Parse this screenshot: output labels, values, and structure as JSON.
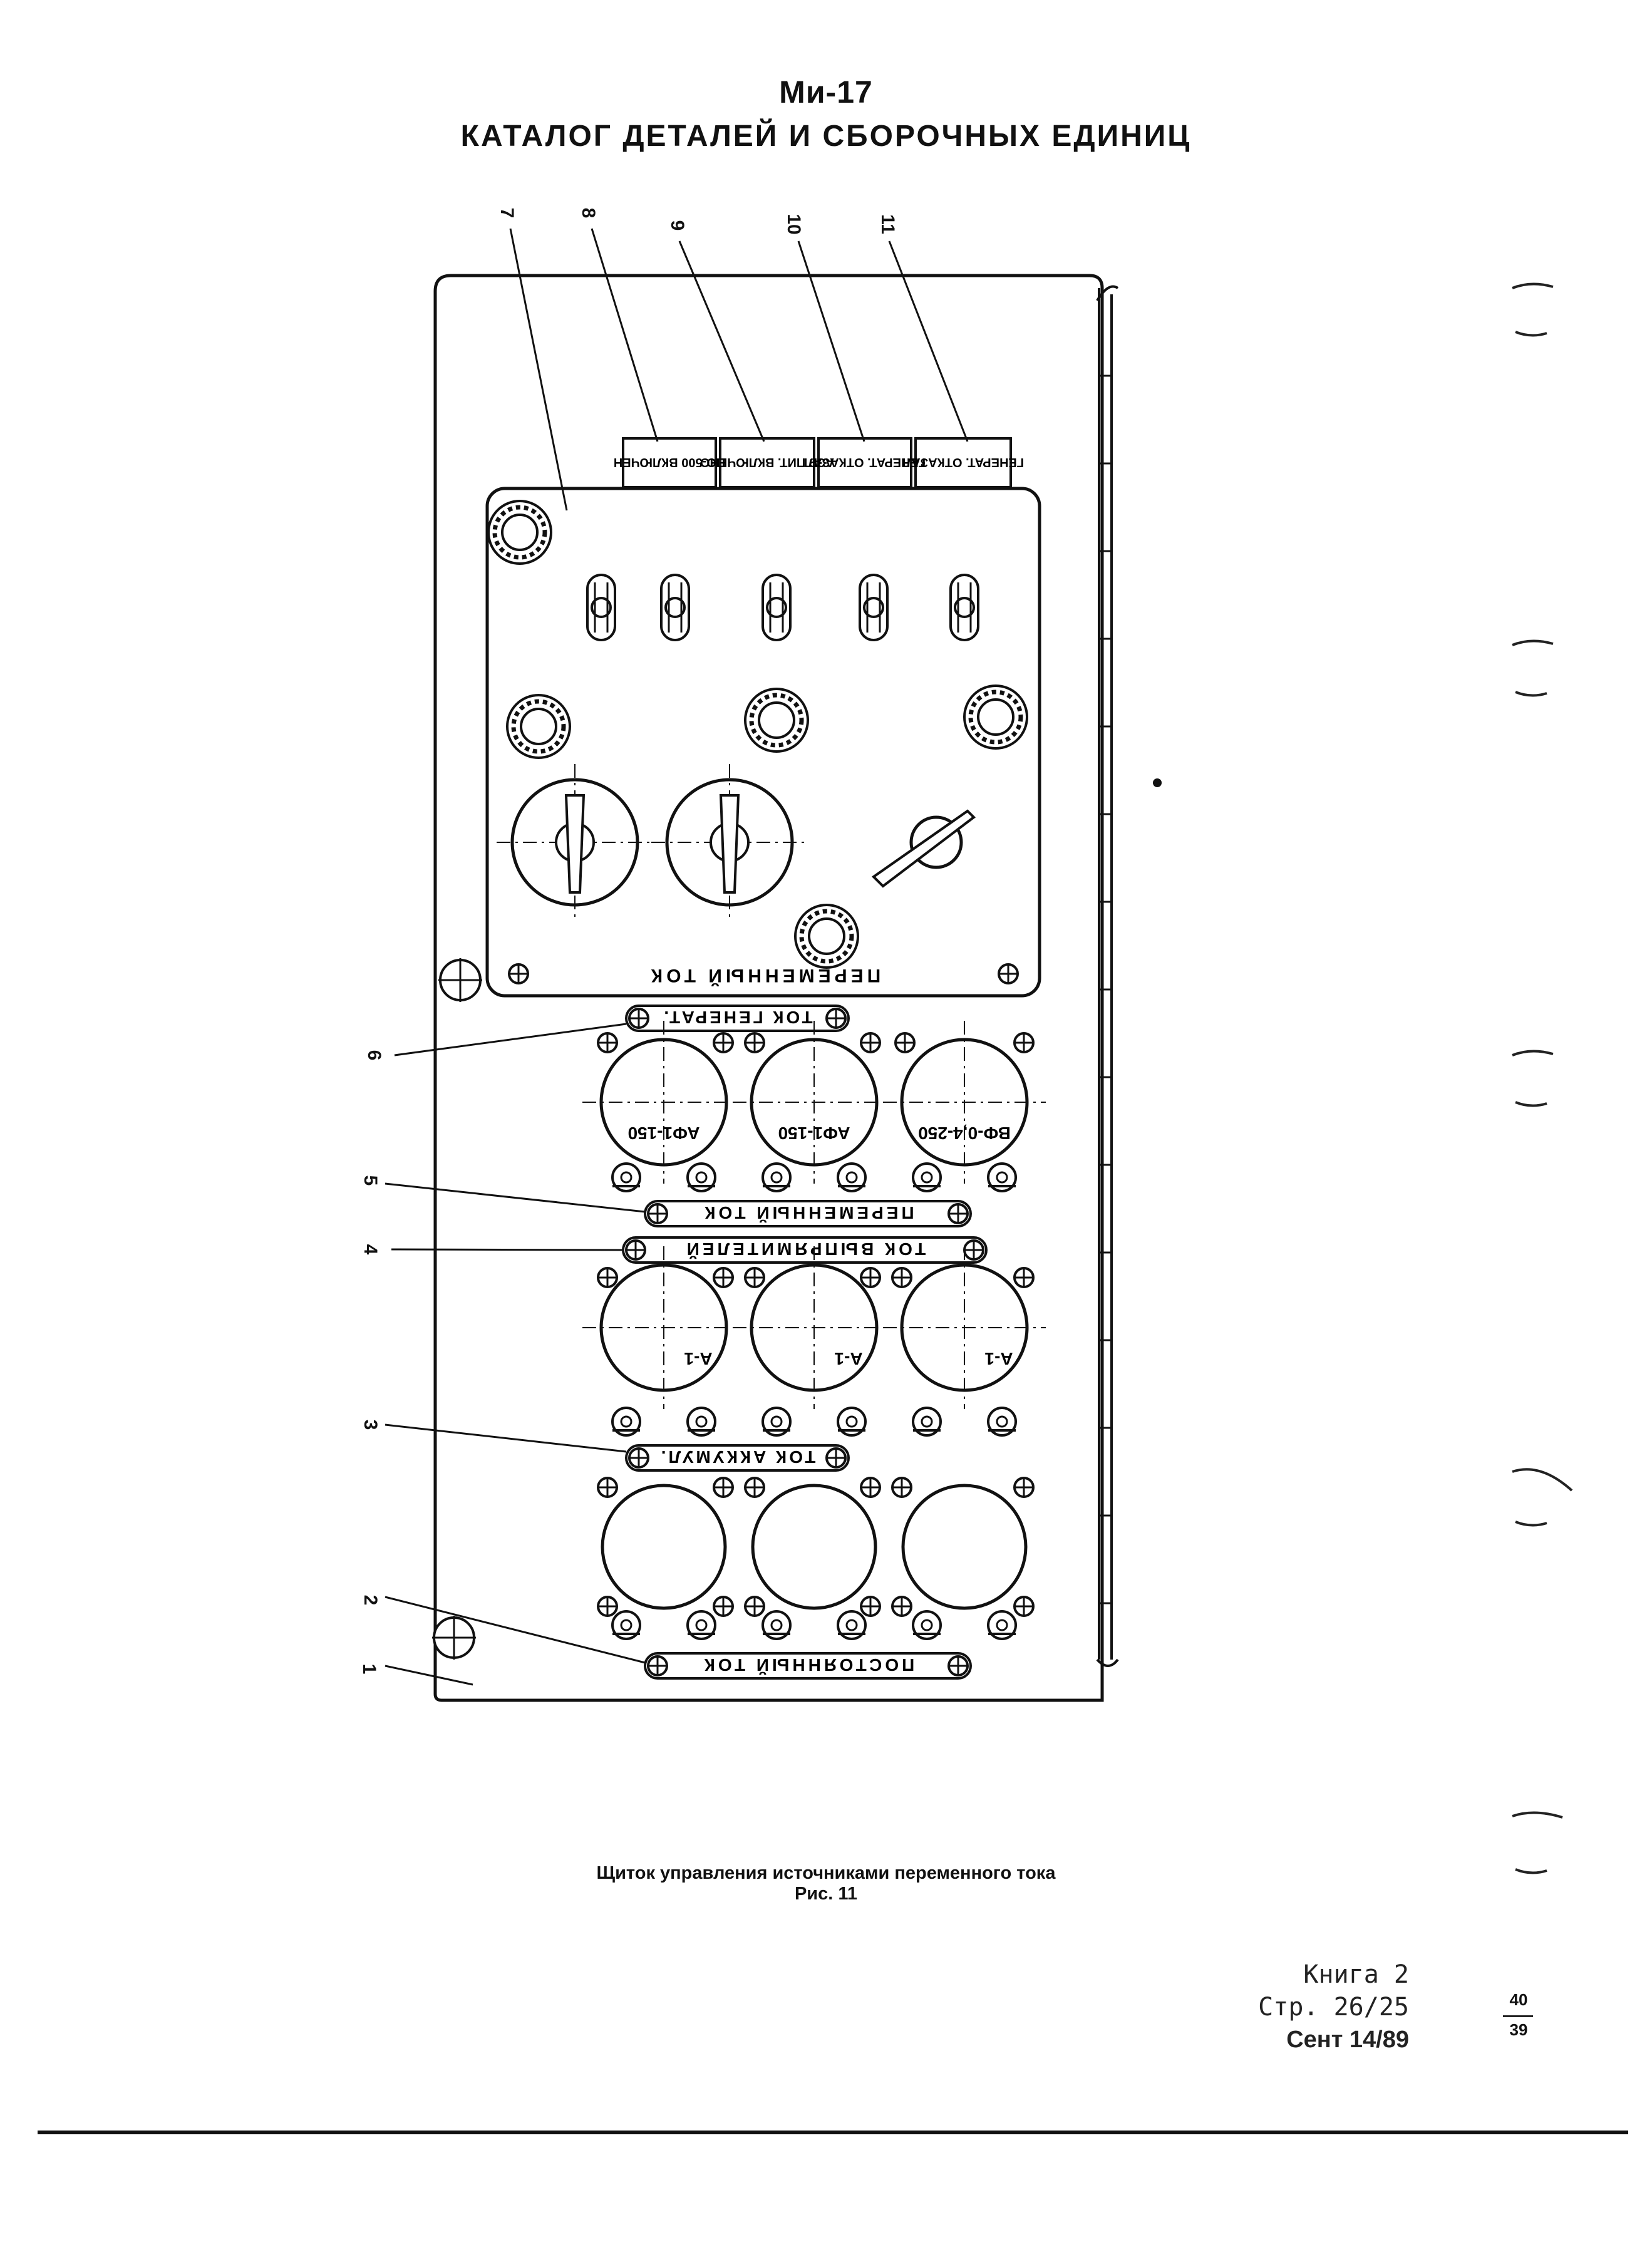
{
  "header": {
    "title": "Ми-17",
    "subtitle": "КАТАЛОГ ДЕТАЛЕЙ И СБОРОЧНЫХ ЕДИНИЦ"
  },
  "callouts": [
    "1",
    "2",
    "3",
    "4",
    "5",
    "6",
    "7",
    "8",
    "9",
    "10",
    "11"
  ],
  "panel_labels": {
    "top_1": "ПО-500 ВКЛЮЧЕН",
    "top_2": "АЗР ПИТ. ВКЛЮЧЕНО",
    "top_3": "ГЕНЕРАТ. ОТКАЗАЛ",
    "top_4": "ГЕНЕРАТ. ОТКАЗАЛ",
    "ac_section": "ПЕРЕМЕННЫЙ ТОК",
    "gen_current": "ТОК ГЕНЕРАТ.",
    "ac_voltage": "ПЕРЕМЕННЫЙ ТОК",
    "rect_current": "ТОК ВЫПРЯМИТЕЛЕЙ",
    "batt_current": "ТОК АККУМУЛ.",
    "dc_voltage": "ПОСТОЯННЫЙ ТОК"
  },
  "gauge_labels": {
    "row1": [
      "АФ1-150",
      "АФ1-150",
      "ВФ-0,4-250"
    ],
    "row2": [
      "А-1",
      "А-1",
      "А-1"
    ]
  },
  "caption": {
    "text": "Щиток управления источниками переменного тока",
    "figure": "Рис. 11"
  },
  "footer": {
    "book": "Книга 2",
    "page": "Стр. 26/25",
    "date": "Сент 14/89",
    "frac_top": "40",
    "frac_bottom": "39"
  }
}
